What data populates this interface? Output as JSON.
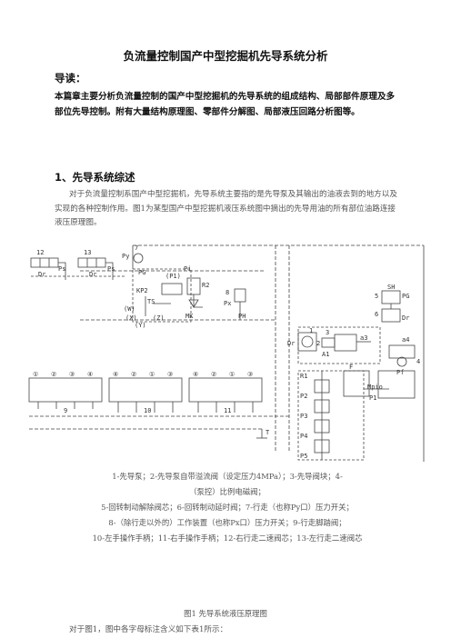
{
  "title": "负流量控制国产中型挖掘机先导系统分析",
  "guide": {
    "heading": "导读：",
    "body": "本篇章主要分析负流量控制的国产中型挖掘机的先导系统的组成结构、局部部件原理及多部位先导控制。附有大量结构原理图、零部件分解图、局部液压回路分析图等。"
  },
  "section1": {
    "heading": "1、先导系统综述",
    "paragraph": "对于负流量控制系国产中型挖掘机，先导系统主要指的是先导泵及其输出的油液去到的地方以及实现的各种控制作用。图1为某型国产中型挖掘机液压系统图中摘出的先导用油的所有部位油路连接液压原理图。"
  },
  "figure": {
    "labels": {
      "n12": "12",
      "n13": "13",
      "n7": "7",
      "n8": "8",
      "n1": "1",
      "n2": "2",
      "n3": "3",
      "n5": "5",
      "n6": "6",
      "n4": "4",
      "n9": "9",
      "n10": "10",
      "n11": "11",
      "py": "Py",
      "pg": "PG",
      "p1": "(P1)",
      "pi": "Pi",
      "kp2": "KP2",
      "ts": "TS",
      "r2": "R2",
      "mk": "MK",
      "ph": "PH",
      "px": "Px",
      "dr": "Dr",
      "ps": "Ps",
      "dr13": "Dr",
      "ps13": "Ps",
      "sh": "SH",
      "pg6": "PG",
      "dr6": "Dr",
      "a3": "a3",
      "a4": "a4",
      "pf": "Pf",
      "r1": "R1",
      "p2": "P2",
      "p3": "P3",
      "p4": "P4",
      "p5": "P5",
      "t": "T",
      "f": "F",
      "mpio": "Mpio",
      "pout": "P1",
      "dr1": "Dr",
      "a1": "A1",
      "w": "(W)",
      "x": "(X)",
      "y": "(Y)",
      "z": "(Z)",
      "dr5": "Dr",
      "c1": "①",
      "c2": "②",
      "c3": "③",
      "c4": "④",
      "k10a": "④",
      "k10b": "②",
      "k10c": "①",
      "k10d": "③",
      "k11a": "④",
      "k11b": "②",
      "k11c": "①",
      "k11d": "③"
    }
  },
  "caption": {
    "line1": "1-先导泵；2-先导泵自带溢流阀（设定压力4MPa）；3-先导阀块；4-",
    "line2": "（泵控）比例电磁阀；",
    "line3": "5-回转制动解除阀芯；6-回转制动延时阀；7-行走（也称Py口）压力开关；",
    "line4": "8-（除行走以外的）工作装置（也称Px口）压力开关；9-行走脚踏阀；",
    "line5": "10-左手操作手柄；11-右手操作手柄；12-右行走二速阀芯；13-左行走二速阀芯"
  },
  "figure_title": "图1 先导系统液压原理图",
  "paragraph2": "对于图1，图中各字母标注含义如下表1所示："
}
